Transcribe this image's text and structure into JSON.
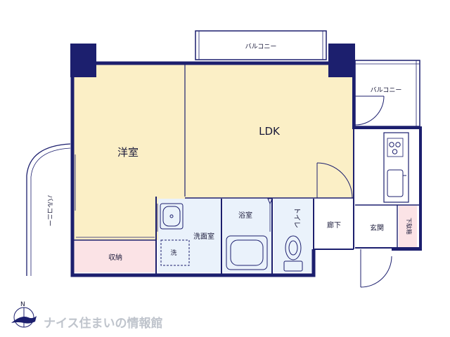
{
  "floor_plan": {
    "rooms": {
      "western_room": "洋室",
      "ldk": "LDK",
      "storage": "収納",
      "washroom": "洗面室",
      "washer": "洗",
      "bathroom": "浴室",
      "toilet": "トイレ",
      "hallway": "廊下",
      "entrance": "玄関",
      "shoe_cabinet": "下駄箱"
    },
    "balconies": {
      "top": "バルコニー",
      "right": "バルコニー",
      "left": "バルコニー"
    }
  },
  "compass": {
    "label": "N",
    "icon": "north-arrow-icon"
  },
  "watermark": "ナイス住まいの情報館",
  "colors": {
    "wall": "#1c1f6e",
    "room_fill": "#fbefc6",
    "wet_fill": "#eaf2fb",
    "storage_fill": "#fbe3e6",
    "text": "#1a1a3a",
    "watermark": "#bfc4cc"
  }
}
